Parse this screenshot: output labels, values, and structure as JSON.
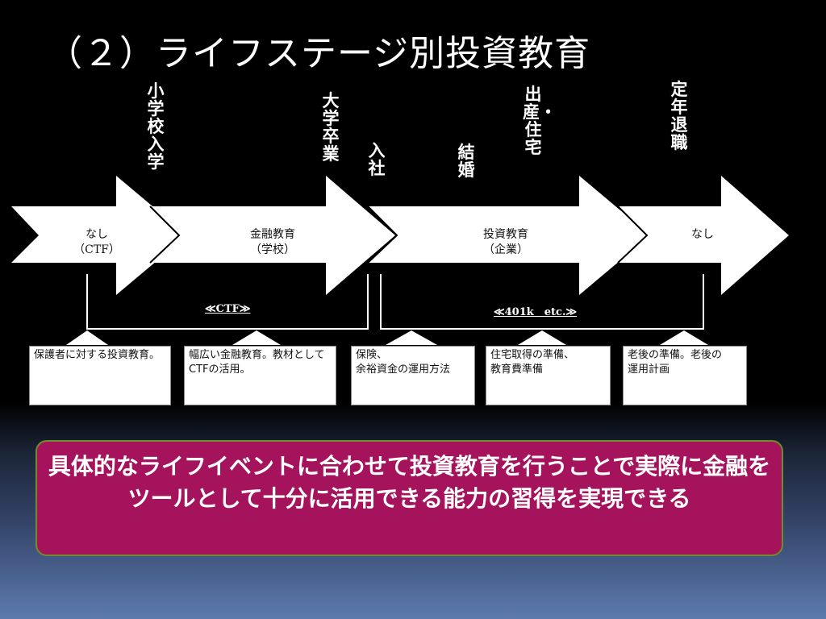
{
  "slide": {
    "title": "（２）ライフステージ別投資教育"
  },
  "life_events": [
    {
      "text": "小学校入学"
    },
    {
      "text": "大学卒業"
    },
    {
      "text": "入社"
    },
    {
      "text": "結婚"
    },
    {
      "text": "出産・住宅"
    },
    {
      "text": "定年退職"
    }
  ],
  "stages": [
    {
      "line1": "なし",
      "line2": "（CTF）"
    },
    {
      "line1": "金融教育",
      "line2": "（学校）"
    },
    {
      "line1": "投資教育",
      "line2": "（企業）"
    },
    {
      "line1": "なし",
      "line2": ""
    }
  ],
  "brackets": [
    {
      "label": "≪CTF≫"
    },
    {
      "label": "≪401k　etc.≫"
    }
  ],
  "boxes": [
    {
      "text": "保護者に対する投資教育。"
    },
    {
      "text": "幅広い金融教育。教材としてCTFの活用。"
    },
    {
      "text": "保険、\n余裕資金の運用方法"
    },
    {
      "text": "住宅取得の準備、\n教育費準備"
    },
    {
      "text": "老後の準備。老後の\n運用計画"
    }
  ],
  "summary": {
    "text": "具体的なライフイベントに合わせて投資教育を行うことで実際に金融をツールとして十分に活用できる能力の習得を実現できる"
  },
  "colors": {
    "summary_fill": "#a5135c",
    "summary_border": "#6f8d2a"
  }
}
